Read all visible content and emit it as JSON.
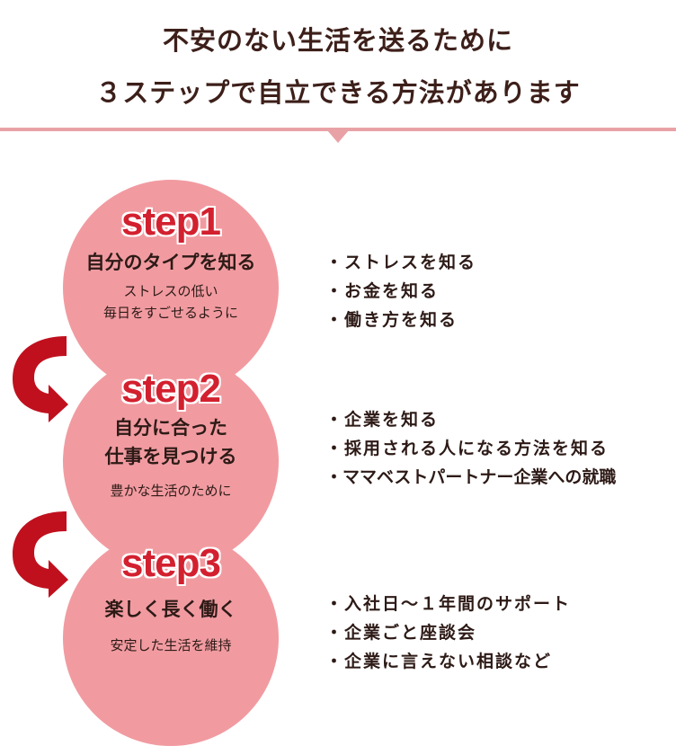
{
  "header": {
    "line1": "不安のない生活を送るために",
    "line2": "３ステップで自立できる方法があります"
  },
  "steps": [
    {
      "label": "step1",
      "heading": [
        "自分のタイプを知る"
      ],
      "subtitle": [
        "ストレスの低い",
        "毎日をすごせるように"
      ],
      "bullets": [
        "・ストレスを知る",
        "・お金を知る",
        "・働き方を知る"
      ]
    },
    {
      "label": "step2",
      "heading": [
        "自分に合った",
        "仕事を見つける"
      ],
      "subtitle": [
        "豊かな生活のために"
      ],
      "bullets": [
        "・企業を知る",
        "・採用される人になる方法を知る",
        "・ママベストパートナー企業への就職"
      ]
    },
    {
      "label": "step3",
      "heading": [
        "楽しく長く働く"
      ],
      "subtitle": [
        "安定した生活を維持"
      ],
      "bullets": [
        "・入社日〜１年間のサポート",
        "・企業ごと座談会",
        "・企業に言えない相談など"
      ]
    }
  ],
  "colors": {
    "circle": "#f19ba1",
    "step_label": "#d3202f",
    "arrow": "#c0101e",
    "divider": "#e8a2a6"
  }
}
